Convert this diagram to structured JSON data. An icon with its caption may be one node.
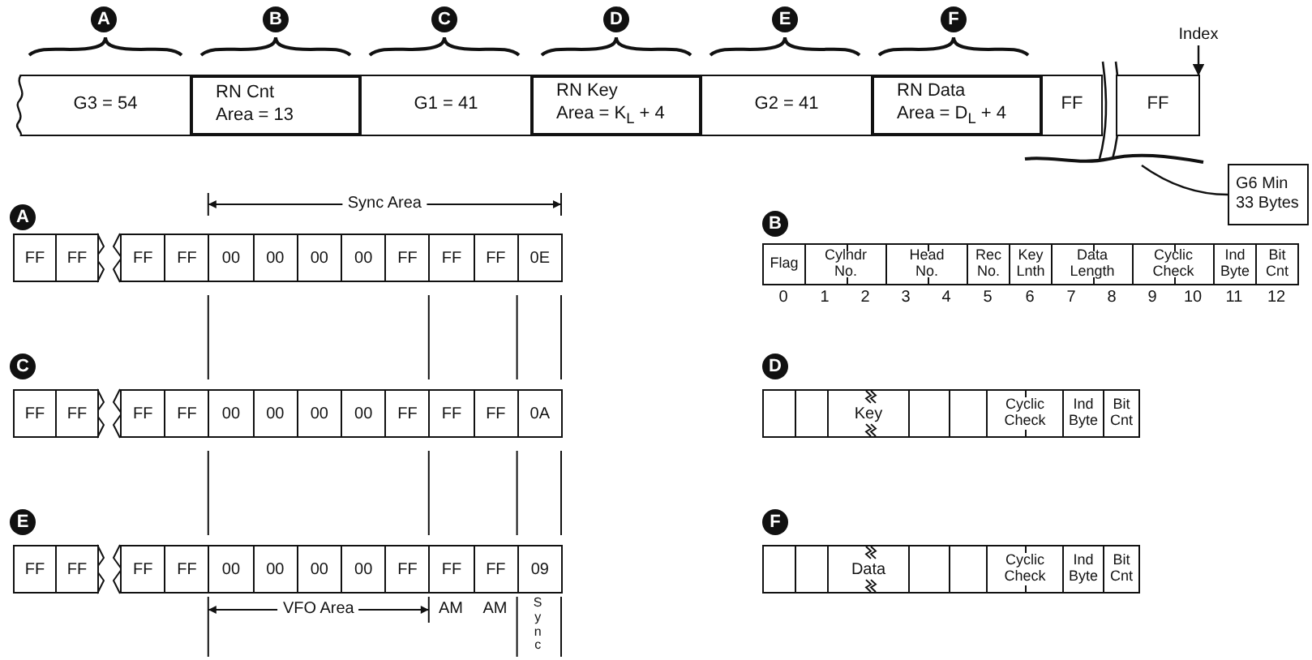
{
  "diagram": {
    "nodes": [
      {
        "text": [
          "G3 = 54"
        ]
      },
      {
        "text": [
          "RN Cnt",
          "Area = 13"
        ]
      },
      {
        "text": [
          "G1 = 41"
        ]
      },
      {
        "text": [
          "RN Key",
          "Area = K$_{L}$ + 4"
        ]
      },
      {
        "text": [
          "G2 = 41"
        ]
      },
      {
        "text": [
          "RN Data",
          "Area = D$_{L}$ + 4"
        ]
      },
      {
        "text": [
          "FF"
        ]
      },
      {
        "text": [
          "FF"
        ]
      },
      {
        "text": [
          "G6 Min 33 Bytes"
        ]
      },
      {
        "text": [
          "Index"
        ]
      },
      {
        "text": [],
        "shape": "wave"
      }
    ],
    "edges": [
      {
        "from": 8,
        "to": 10,
        "arrow": "none"
      },
      {
        "from": 9,
        "to": 7,
        "arrow": "to"
      }
    ],
    "labels": [
      "A",
      "B",
      "C",
      "D",
      "E",
      "F",
      "Sync Area",
      "A",
      "B",
      "FF",
      "FF",
      "FF",
      "FF",
      "00",
      "00",
      "00",
      "00",
      "FF",
      "FF",
      "FF",
      "0E",
      "Flag",
      "Cylndr No.",
      "Head No.",
      "Rec No.",
      "Key Lnth",
      "Data Length",
      "Cyclic Check",
      "Ind Byte",
      "Bit Cnt",
      "0",
      "1",
      "2",
      "3",
      "4",
      "5",
      "6",
      "7",
      "8",
      "9",
      "10",
      "11",
      "12",
      "C",
      "D",
      "FF",
      "FF",
      "FF",
      "FF",
      "00",
      "00",
      "00",
      "00",
      "FF",
      "FF",
      "FF",
      "0A",
      "Key",
      "Cyclic Check",
      "Ind Byte",
      "Bit Cnt",
      "E",
      "F",
      "FF",
      "FF",
      "FF",
      "FF",
      "00",
      "00",
      "00",
      "00",
      "FF",
      "FF",
      "FF",
      "09",
      "Data",
      "Cyclic Check",
      "Ind Byte",
      "Bit Cnt",
      "VFO Area",
      "AM",
      "AM",
      "Sync"
    ]
  }
}
